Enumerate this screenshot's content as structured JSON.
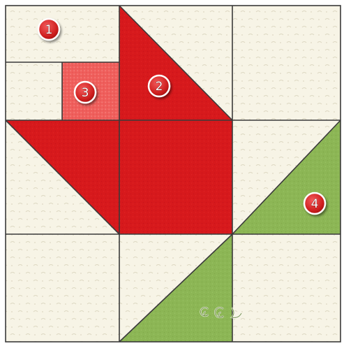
{
  "diagram": {
    "labels": [
      "1",
      "2",
      "3",
      "4"
    ]
  },
  "colors": {
    "background_fabric": "#f7f4e6",
    "fabric_motif": "#d9d4bd",
    "seam_line": "#3a3a3a",
    "red_fabric": "#d7191c",
    "red_fabric_dark": "#b80f12",
    "pink_fabric": "#ef5f5c",
    "green_fabric": "#8cb655",
    "badge_fill": "#cf1f1f",
    "badge_border": "#ffffff"
  },
  "icons": {
    "watermark": "curly-swirl-watermark-icon"
  }
}
